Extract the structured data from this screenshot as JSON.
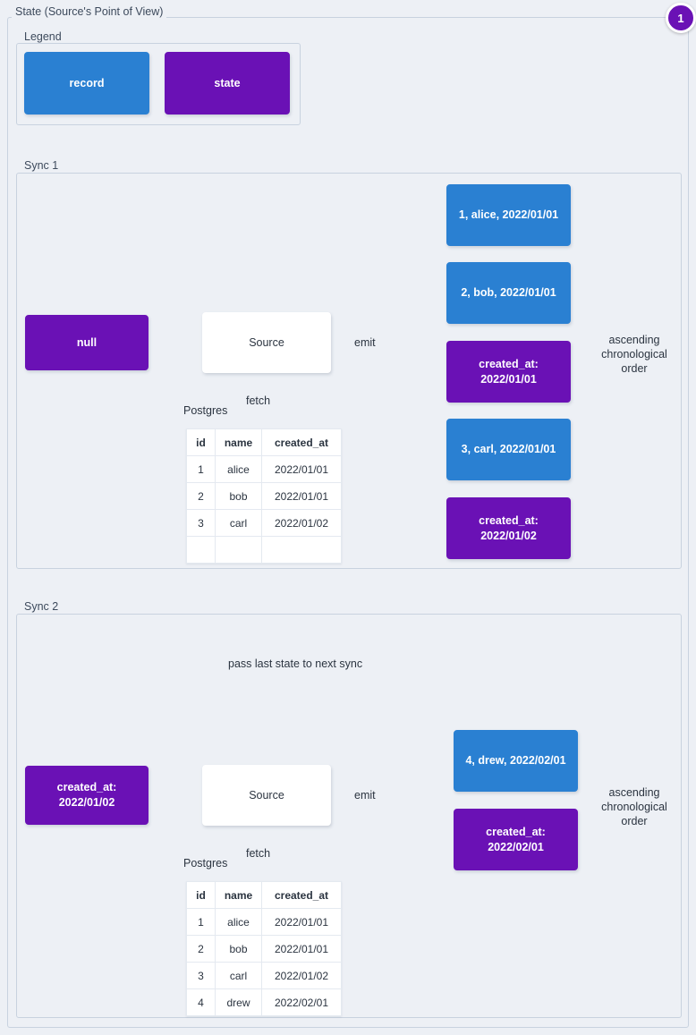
{
  "diagram": {
    "title": "State (Source's Point of View)",
    "badge": "1"
  },
  "legend": {
    "label": "Legend",
    "record_label": "record",
    "state_label": "state",
    "record_color": "#2a80d2",
    "state_color": "#6a11b5"
  },
  "sync1": {
    "label": "Sync 1",
    "input_state": "null",
    "source_label": "Source",
    "db_label": "Postgres",
    "fetch_label": "fetch",
    "emit_label": "emit",
    "order_label": "ascending chronological order",
    "table": {
      "columns": [
        "id",
        "name",
        "created_at"
      ],
      "rows": [
        [
          "1",
          "alice",
          "2022/01/01"
        ],
        [
          "2",
          "bob",
          "2022/01/01"
        ],
        [
          "3",
          "carl",
          "2022/01/02"
        ],
        [
          "",
          "",
          ""
        ]
      ]
    },
    "emitted": [
      {
        "kind": "record",
        "text": "1, alice, 2022/01/01"
      },
      {
        "kind": "record",
        "text": "2, bob, 2022/01/01"
      },
      {
        "kind": "state",
        "line1": "created_at:",
        "line2": "2022/01/01"
      },
      {
        "kind": "record",
        "text": "3, carl, 2022/01/01"
      },
      {
        "kind": "state",
        "line1": "created_at:",
        "line2": "2022/01/02"
      }
    ]
  },
  "sync2": {
    "label": "Sync 2",
    "pass_state_label": "pass last state to next sync",
    "input_state_line1": "created_at:",
    "input_state_line2": "2022/01/02",
    "source_label": "Source",
    "db_label": "Postgres",
    "fetch_label": "fetch",
    "emit_label": "emit",
    "order_label": "ascending chronological order",
    "table": {
      "columns": [
        "id",
        "name",
        "created_at"
      ],
      "rows": [
        [
          "1",
          "alice",
          "2022/01/01"
        ],
        [
          "2",
          "bob",
          "2022/01/01"
        ],
        [
          "3",
          "carl",
          "2022/01/02"
        ],
        [
          "4",
          "drew",
          "2022/02/01"
        ]
      ]
    },
    "emitted": [
      {
        "kind": "record",
        "text": "4, drew, 2022/02/01"
      },
      {
        "kind": "state",
        "line1": "created_at:",
        "line2": "2022/02/01"
      }
    ]
  }
}
